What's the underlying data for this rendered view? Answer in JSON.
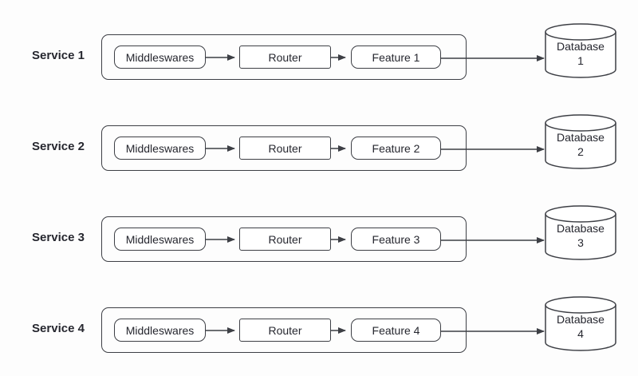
{
  "rows": [
    {
      "service": "Service 1",
      "middlewares": "Middleswares",
      "router": "Router",
      "feature": "Feature 1",
      "database_line1": "Database",
      "database_line2": "1"
    },
    {
      "service": "Service 2",
      "middlewares": "Middleswares",
      "router": "Router",
      "feature": "Feature 2",
      "database_line1": "Database",
      "database_line2": "2"
    },
    {
      "service": "Service 3",
      "middlewares": "Middleswares",
      "router": "Router",
      "feature": "Feature 3",
      "database_line1": "Database",
      "database_line2": "3"
    },
    {
      "service": "Service 4",
      "middlewares": "Middleswares",
      "router": "Router",
      "feature": "Feature 4",
      "database_line1": "Database",
      "database_line2": "4"
    }
  ],
  "colors": {
    "stroke": "#3d3f45",
    "text": "#26272f",
    "background": "#fdfdfd"
  }
}
